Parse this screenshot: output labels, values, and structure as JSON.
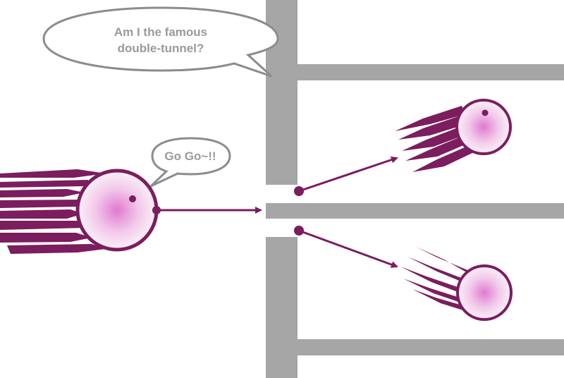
{
  "speech": {
    "wall_bubble_line1": "Am I the famous",
    "wall_bubble_line2": "double-tunnel?",
    "particle_bubble": "Go Go~!!"
  },
  "colors": {
    "wall": "#a6a6a6",
    "particle": "#7b1d5e",
    "particle_fill": "#e8a6da",
    "bubble_stroke": "#8c8c8c",
    "text": "#9a9a9a"
  }
}
